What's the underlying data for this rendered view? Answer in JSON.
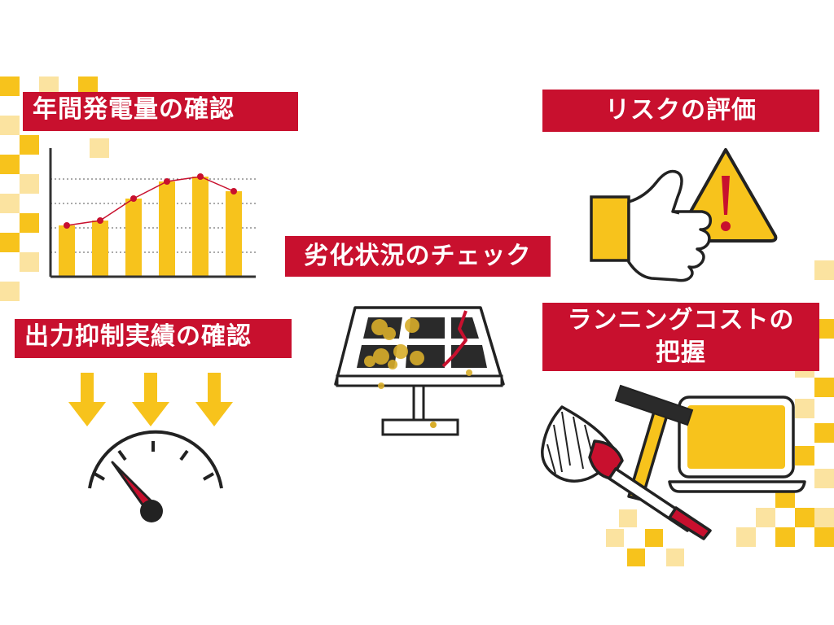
{
  "labels": {
    "annual_generation": "年間発電量の確認",
    "risk": "リスクの評価",
    "degradation": "劣化状況のチェック",
    "curtailment": "出力抑制実績の確認",
    "running_cost_line1": "ランニングコストの",
    "running_cost_line2": "把握"
  },
  "colors": {
    "accent_red": "#c8102e",
    "accent_yellow": "#f7c31c",
    "light_yellow": "#fbe3a0",
    "outline": "#222222"
  },
  "icons": [
    "bar-chart-icon",
    "warning-triangle-icon",
    "thumbs-up-icon",
    "solar-panel-icon",
    "down-arrow-icon",
    "gauge-icon",
    "duster-icon",
    "hammer-icon",
    "laptop-icon"
  ],
  "chart_data": {
    "type": "bar",
    "values": [
      2.1,
      2.3,
      3.2,
      3.9,
      4.1,
      3.5
    ],
    "line_values": [
      2.1,
      2.3,
      3.2,
      3.9,
      4.1,
      3.5
    ],
    "ylim": [
      0,
      5
    ],
    "grid": true
  }
}
